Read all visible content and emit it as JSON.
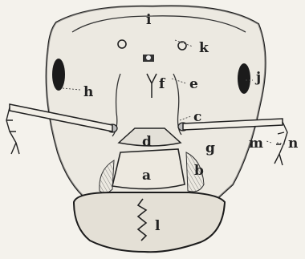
{
  "labels": {
    "a": "a",
    "b": "b",
    "c": "c",
    "d": "d",
    "e": "e",
    "f": "f",
    "g": "g",
    "h": "h",
    "i": "i",
    "j": "j",
    "k": "k",
    "l": "l",
    "m": "m",
    "n": "n"
  }
}
